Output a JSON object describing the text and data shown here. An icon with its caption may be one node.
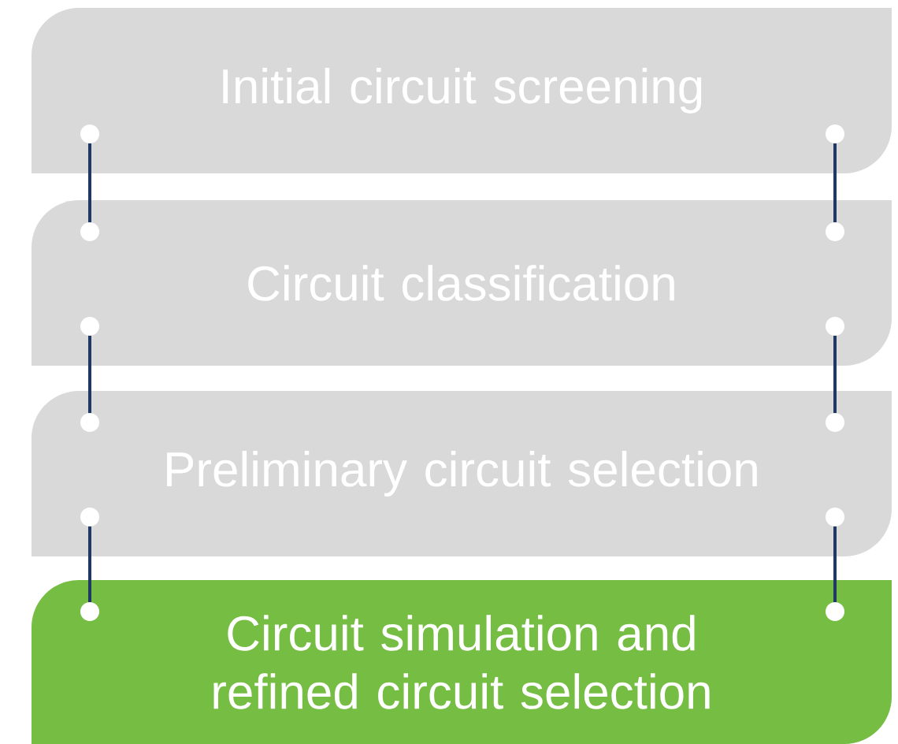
{
  "diagram": {
    "nodes": [
      {
        "text": [
          "Initial circuit screening"
        ]
      },
      {
        "text": [
          "Circuit classification"
        ]
      },
      {
        "text": [
          "Preliminary circuit selection"
        ]
      },
      {
        "text": [
          "Circuit simulation and refined circuit selection"
        ]
      }
    ],
    "edges": [
      {
        "from": 0,
        "to": 1,
        "arrow": "other"
      },
      {
        "from": 0,
        "to": 1,
        "arrow": "other"
      },
      {
        "from": 1,
        "to": 2,
        "arrow": "other"
      },
      {
        "from": 1,
        "to": 2,
        "arrow": "other"
      },
      {
        "from": 2,
        "to": 3,
        "arrow": "other"
      },
      {
        "from": 2,
        "to": 3,
        "arrow": "other"
      }
    ]
  }
}
